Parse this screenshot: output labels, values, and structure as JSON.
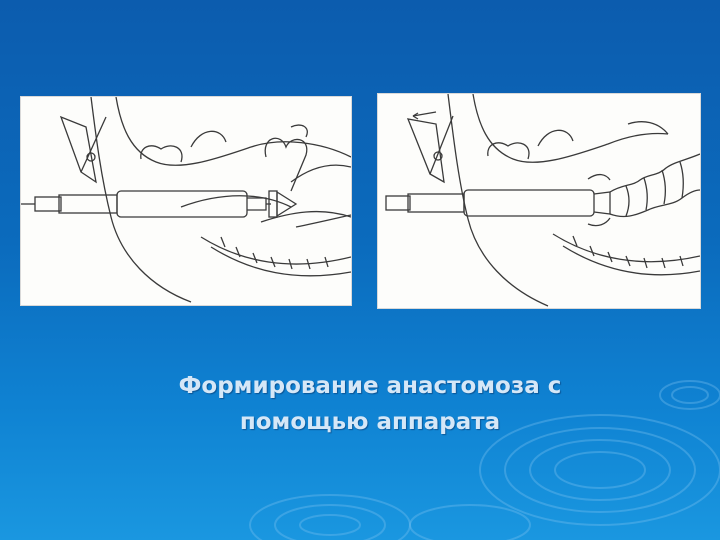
{
  "caption": {
    "line1": "Формирование анастомоза с",
    "line2": "помощью аппарата"
  },
  "figures": [
    {
      "name": "anastomosis-step-1-illustration"
    },
    {
      "name": "anastomosis-step-2-illustration"
    }
  ],
  "colors": {
    "background_top": "#0c5cae",
    "background_bottom": "#1a97e0",
    "caption_text": "#d5e7f7",
    "drawing_line": "#3a3a3a"
  }
}
